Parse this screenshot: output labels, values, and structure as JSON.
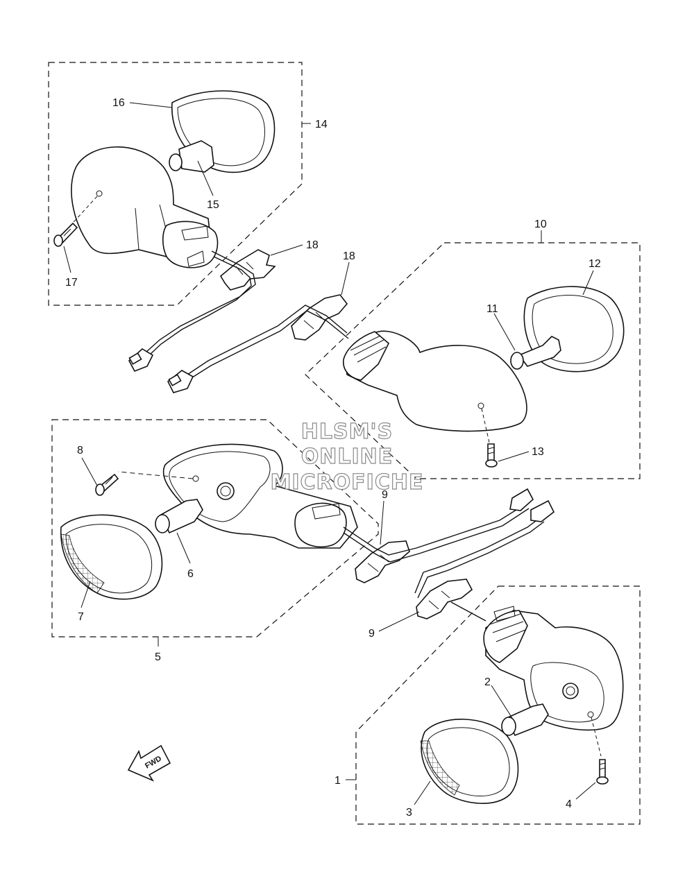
{
  "watermark": {
    "line1": "HLSM'S",
    "line2": "ONLINE",
    "line3": "MICROFICHE"
  },
  "direction_arrow": {
    "label": "FWD",
    "icon": "fwd-arrow-icon"
  },
  "callouts": {
    "c1": "1",
    "c2": "2",
    "c3": "3",
    "c4": "4",
    "c5": "5",
    "c6": "6",
    "c7": "7",
    "c8": "8",
    "c9a": "9",
    "c9b": "9",
    "c10": "10",
    "c11": "11",
    "c12": "12",
    "c13": "13",
    "c14": "14",
    "c15": "15",
    "c16": "16",
    "c17": "17",
    "c18a": "18",
    "c18b": "18"
  },
  "assemblies": [
    {
      "ref": "14",
      "parts": [
        "15",
        "16",
        "17"
      ]
    },
    {
      "ref": "10",
      "parts": [
        "11",
        "12",
        "13"
      ]
    },
    {
      "ref": "5",
      "parts": [
        "6",
        "7",
        "8"
      ]
    },
    {
      "ref": "1",
      "parts": [
        "2",
        "3",
        "4"
      ]
    }
  ]
}
